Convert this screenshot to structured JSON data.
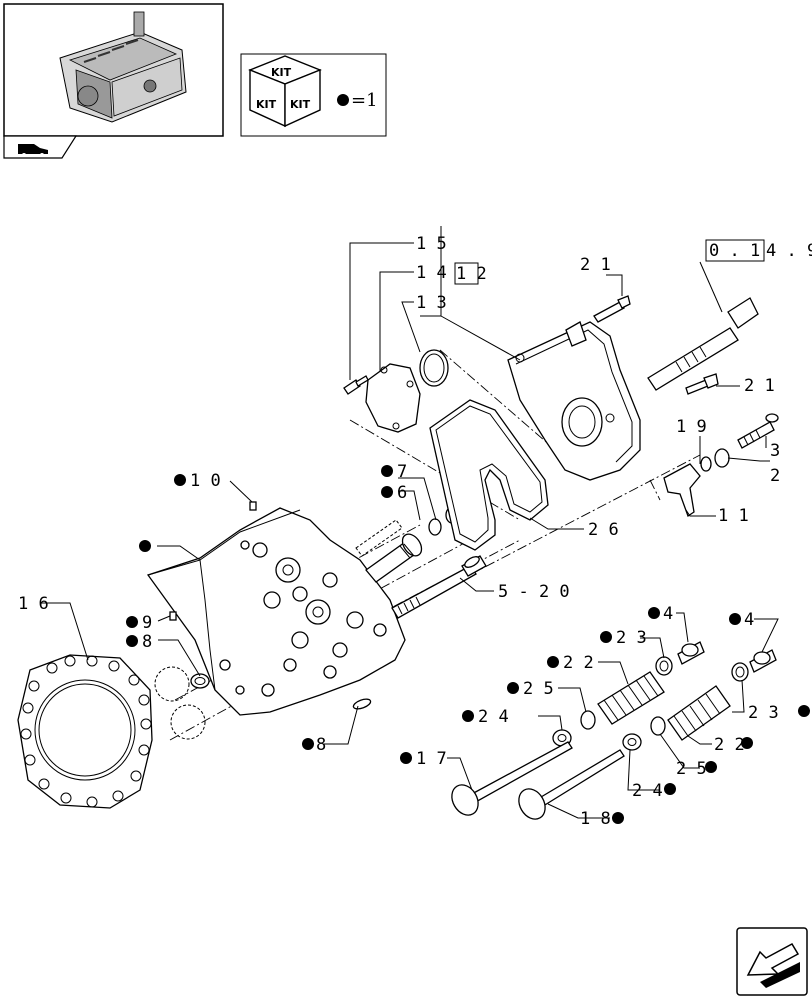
{
  "kit_box": {
    "faces": [
      "KIT",
      "KIT",
      "KIT"
    ],
    "legend_value": "=1"
  },
  "reference_box": {
    "text": "0 . 1",
    "suffix": "4 . 9"
  },
  "sub_ref": "1 2",
  "callouts": {
    "c15": "1 5",
    "c14": "1 4",
    "c13": "1 3",
    "c21a": "2 1",
    "c21b": "2 1",
    "c19": "1 9",
    "c3": "3",
    "c2": "2",
    "c11": "1 1",
    "c26": "2 6",
    "c520": "5 - 2 0",
    "c10": "1 0",
    "c7": "7",
    "c6": "6",
    "c16": "1 6",
    "c9": "9",
    "c8a": "8",
    "c8b": "8",
    "c4a": "4",
    "c4b": "4",
    "c23a": "2 3",
    "c23b": "2 3",
    "c22a": "2 2",
    "c22b": "2 2",
    "c25a": "2 5",
    "c25b": "2 5",
    "c24a": "2 4",
    "c24b": "2 4",
    "c17": "1 7",
    "c18": "1 8"
  }
}
